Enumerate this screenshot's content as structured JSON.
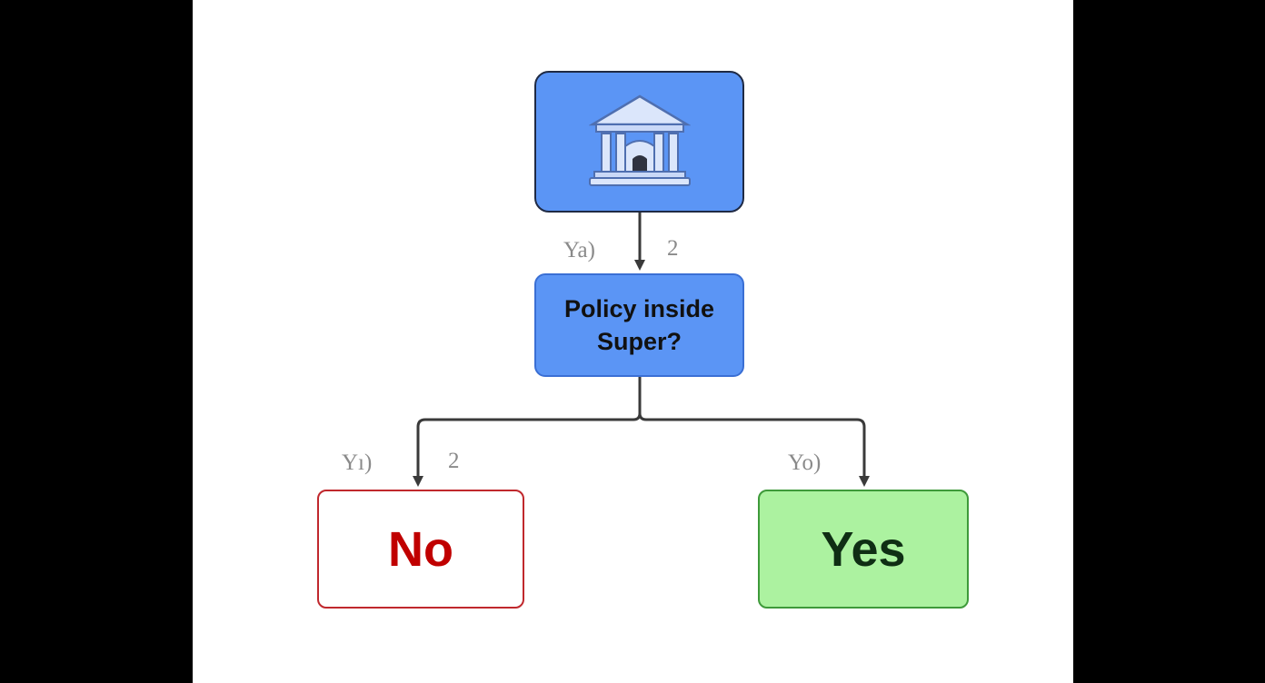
{
  "diagram": {
    "top_node": {
      "icon": "bank-building-icon",
      "color": "#5b95f5"
    },
    "question_node": {
      "label": "Policy inside Super?",
      "color": "#5b95f5"
    },
    "no_node": {
      "label": "No",
      "text_color": "#c00000",
      "border_color": "#c0282d"
    },
    "yes_node": {
      "label": "Yes",
      "text_color": "#0f2e14",
      "fill_color": "#acf2a0"
    },
    "edge_labels": {
      "top_left": "Ya)",
      "top_right": "2",
      "no_left": "Yı)",
      "no_right": "2",
      "yes_left": "Yo)"
    }
  }
}
